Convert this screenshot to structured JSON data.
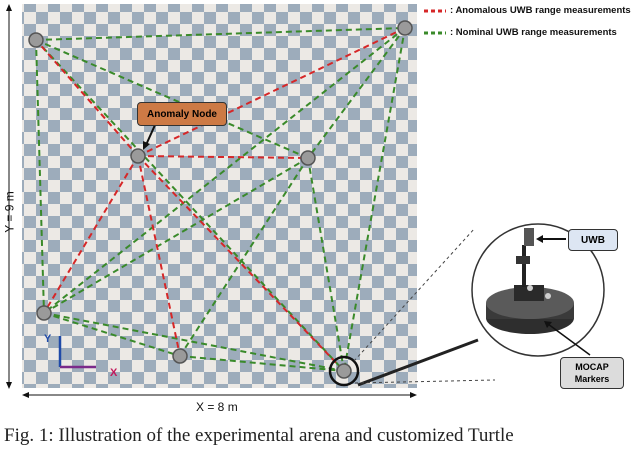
{
  "legend": {
    "anomalous": ": Anomalous UWB range measurements",
    "nominal": ": Nominal UWB range measurements",
    "anomalous_color": "#d62728",
    "nominal_color": "#3a8a2a"
  },
  "labels": {
    "anomaly_node": "Anomaly Node",
    "y_extent": "Y = 9 m",
    "x_extent": "X = 8 m",
    "uwb": "UWB",
    "mocap_line1": "MOCAP",
    "mocap_line2": "Markers",
    "axis_y": "Y",
    "axis_x": "X"
  },
  "caption": "Fig. 1: Illustration of the experimental arena and customized Turtle",
  "colors": {
    "anomaly_box": "#cd7a45",
    "uwb_box": "#dde6f3",
    "mocap_box": "#dcdcdc"
  }
}
